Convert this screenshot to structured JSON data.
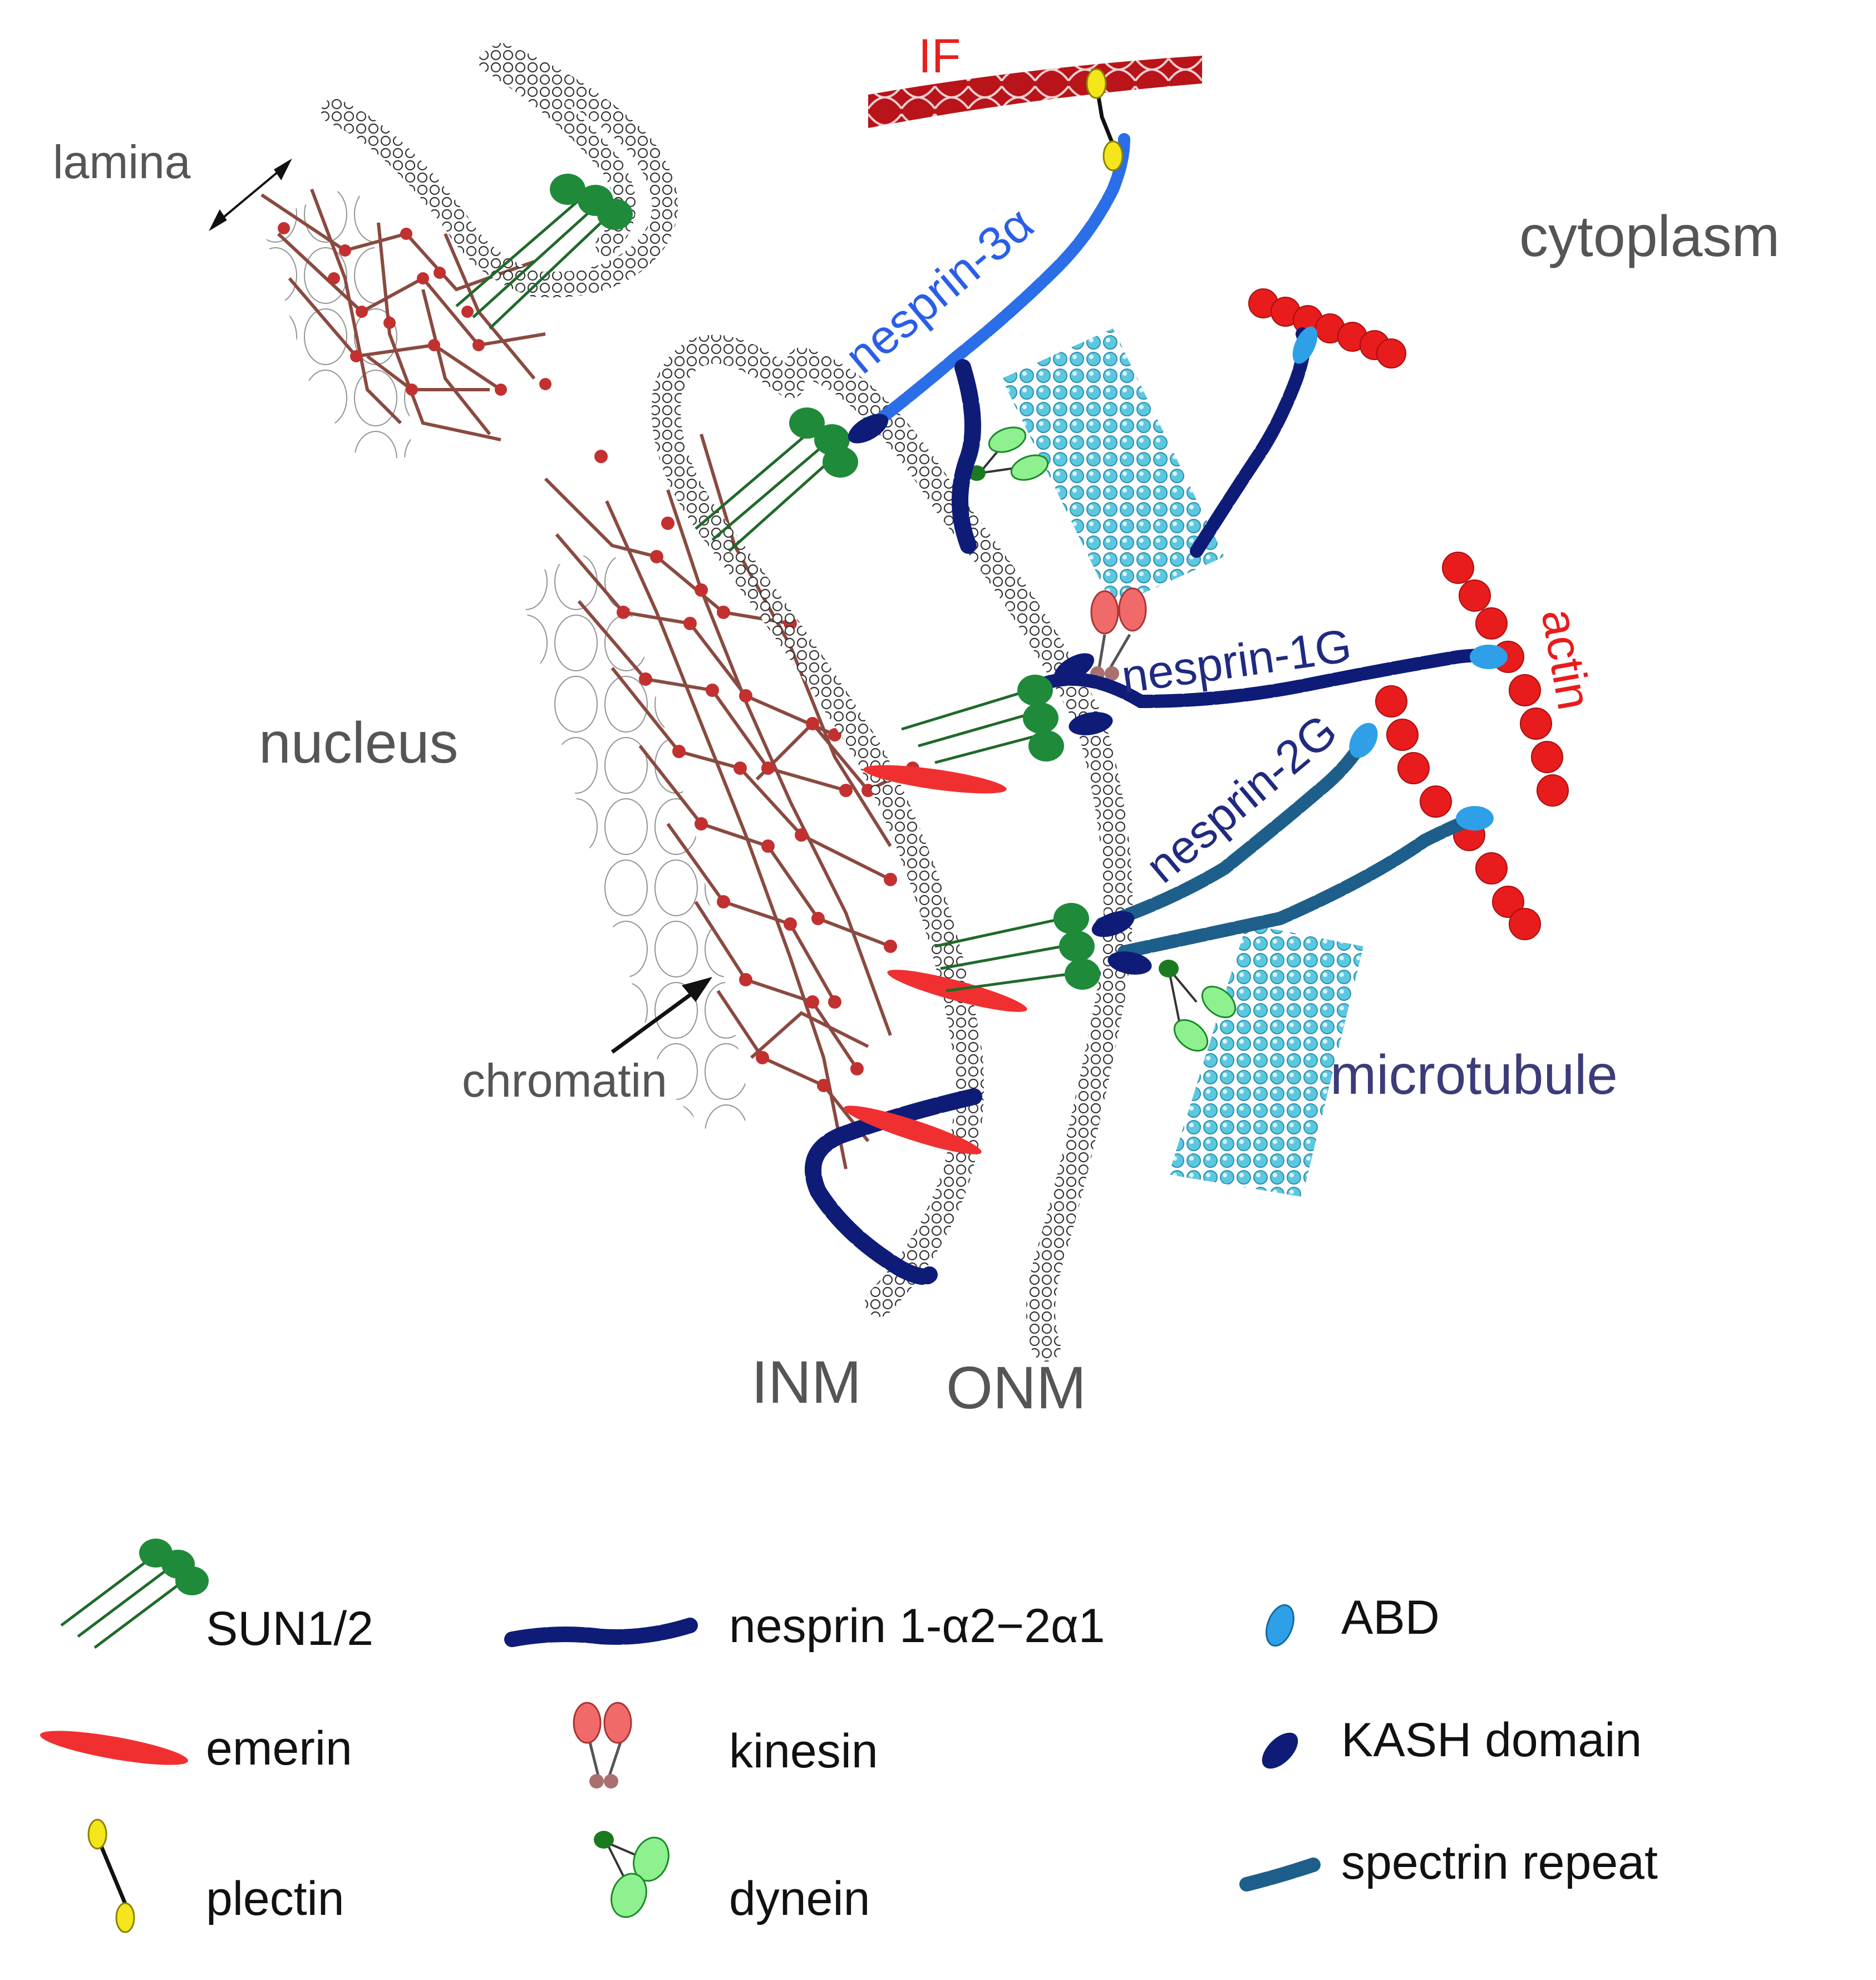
{
  "labels": {
    "if": "IF",
    "lamina": "lamina",
    "cytoplasm": "cytoplasm",
    "nesprin3a": "nesprin-3α",
    "nesprin1g": "nesprin-1G",
    "nesprin2g": "nesprin-2G",
    "actin": "actin",
    "nucleus": "nucleus",
    "microtubule": "microtubule",
    "chromatin": "chromatin",
    "inm": "INM",
    "onm": "ONM"
  },
  "legend": {
    "sun": "SUN1/2",
    "nesprin": "nesprin 1-α2−2α1",
    "abd": "ABD",
    "emerin": "emerin",
    "kinesin": "kinesin",
    "kash": "KASH domain",
    "plectin": "plectin",
    "dynein": "dynein",
    "spectrin": "spectrin repeat"
  },
  "colors": {
    "label_gray": "#555555",
    "if_red": "#e8201c",
    "nesprin3_blue": "#2a5ee8",
    "nesprin1_navy": "#1f2a80",
    "microtubule_label": "#3c3c7a",
    "actin_red": "#e81c1c",
    "sun_green": "#1f8a3a",
    "emerin_red": "#f03030",
    "kash_navy": "#0e1c78",
    "abd_blue": "#2fa0e8",
    "spectrin_teal": "#1d5f8a",
    "lamina_brown": "#8a4a40",
    "lamina_dot": "#c23030",
    "microtubule_cyan": "#4fc1dc",
    "plectin_yellow": "#f4e61a"
  }
}
